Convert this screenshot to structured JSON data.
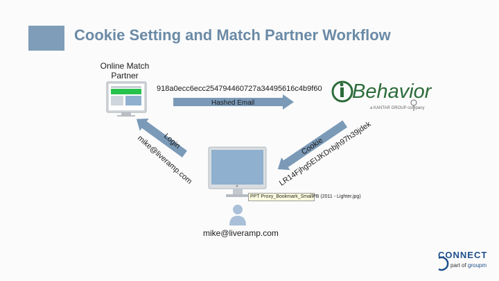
{
  "slide": {
    "title": "Cookie Setting and Match Partner Workflow"
  },
  "partner": {
    "label_line1": "Online Match",
    "label_line2": "Partner"
  },
  "hash_value": "918a0ecc6ecc254794460727a34495616c4b9f60",
  "arrows": {
    "hashed_email": "Hashed Email",
    "login": "Login",
    "login_email": "mike@liveramp.com",
    "cookie": "Cookie",
    "cookie_value": "LR14Fjhg5EIJKDnbjh97h39jdek"
  },
  "ibehavior": {
    "brand": "Behavior",
    "subtitle": "a KANTAR GROUP company"
  },
  "user": {
    "email": "mike@liveramp.com"
  },
  "tooltip": {
    "text": "PPT Proxy_Bookmark_SmallPB (2011 - Lighter.jpg)"
  },
  "footer": {
    "brand": "CONNECT",
    "part_of": "part of",
    "group": "groupm"
  },
  "colors": {
    "title": "#6b8aa6",
    "accent_block": "#7f9db8",
    "arrow_fill": "#7b9ab8",
    "monitor_frame": "#c7ccd2",
    "monitor_screen": "#8fb0cf",
    "ibehavior_green": "#2c6b3a"
  }
}
